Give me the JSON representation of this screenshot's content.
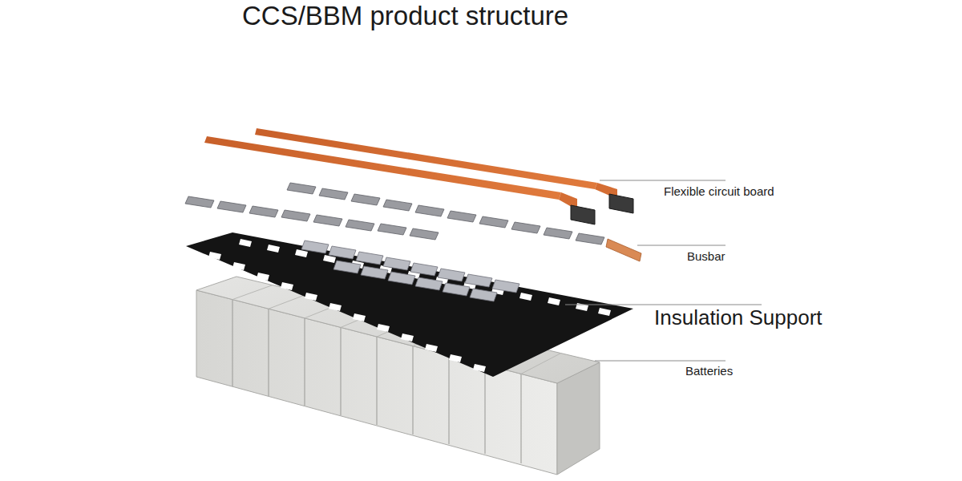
{
  "diagram": {
    "title": "CCS/BBM product structure",
    "labels": [
      "Flexible circuit board",
      "Busbar",
      "Insulation Support",
      "Batteries"
    ]
  }
}
